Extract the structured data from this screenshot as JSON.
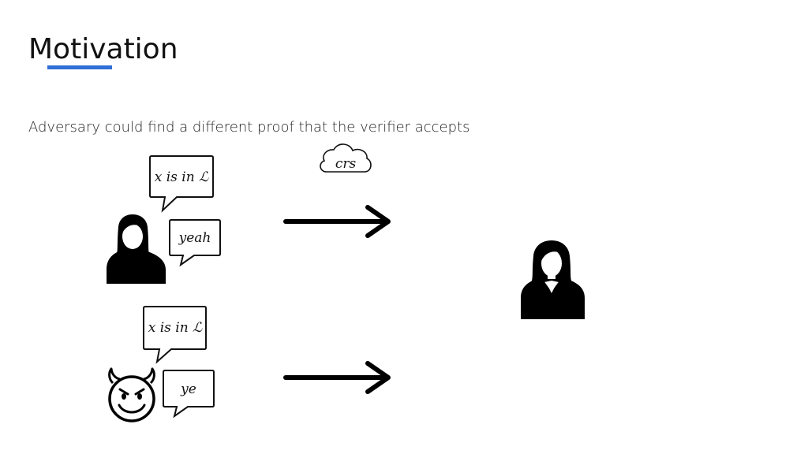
{
  "slide": {
    "title": "Motivation",
    "subtitle": "Adversary could find a different proof that the verifier accepts",
    "accent_color": "#2f6fd6"
  },
  "diagram": {
    "cloud_label": "crs",
    "honest": {
      "icon": "woman-icon",
      "statement": "x is in ℒ",
      "proof": "yeah"
    },
    "adversary": {
      "icon": "devil-smiley-icon",
      "statement": "x is in ℒ",
      "proof": "ye"
    },
    "verifier": {
      "icon": "businesswoman-icon"
    }
  }
}
